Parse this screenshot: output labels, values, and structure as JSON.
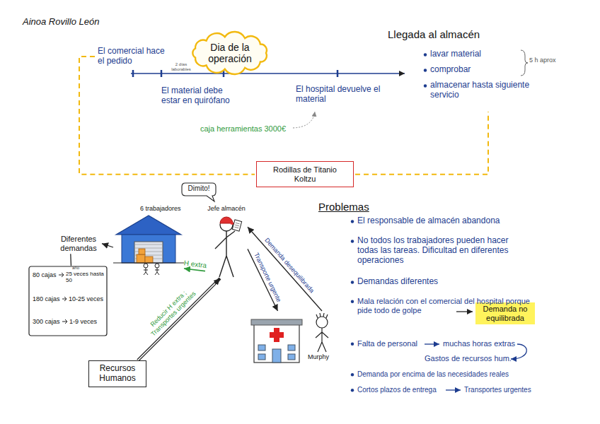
{
  "diagram": {
    "nodes": [
      {
        "text": [
          "Dia de la operación"
        ]
      },
      {
        "text": [
          "Rodillas de Titanio Koltzu"
        ]
      },
      {
        "text": [
          "6 trabajadores"
        ]
      },
      {
        "text": [
          "Dimito!"
        ]
      },
      {
        "text": [
          "Jefe almacén"
        ]
      },
      {
        "text": [
          "Diferentes demandas"
        ]
      },
      {
        "text": [
          "80 cajas",
          "año",
          "25 veces hasta 50",
          "180 cajas",
          "10-25 veces",
          "300 cajas",
          "1-9 veces"
        ]
      },
      {
        "text": [
          "Murphy"
        ]
      },
      {
        "text": [
          "Recursos Humanos"
        ]
      },
      {
        "text": [
          "Demanda no equilibrada"
        ]
      }
    ],
    "edges": [
      {
        "from": 2,
        "to": 5,
        "arrow": "to"
      },
      {
        "from": 5,
        "to": 6,
        "arrow": "none"
      },
      {
        "from": 4,
        "to": 2,
        "label": "H extra",
        "arrow": "to"
      },
      {
        "from": 7,
        "to": 4,
        "label": "Demanda desequilibrada",
        "arrow": "to"
      },
      {
        "from": 4,
        "to": 7,
        "label": "Transporte urgente",
        "arrow": "to"
      },
      {
        "from": 8,
        "to": 4,
        "label": "Reducir H extra ; Transportes urgentes",
        "arrow": "to"
      }
    ],
    "labels": [
      "Ainoa Rovillo León",
      "El comercial hace el pedido",
      "2 días laborables",
      "El material debe estar en quirófano",
      "El hospital devuelve el material",
      "caja herramientas 3000€",
      "Llegada al almacén",
      "lavar material",
      "comprobar",
      "almacenar hasta siguiente servicio",
      "5 h aprox",
      "Problemas",
      "El responsable de almacén abandona",
      "No todos los trabajadores pueden hacer todas las tareas. Dificultad en diferentes operaciones",
      "Demandas diferentes",
      "Mala relación con el comercial del hospital porque pide todo de golpe",
      "Falta de personal",
      "muchas horas extras",
      "Gastos de recursos hum.",
      "Demanda por encima de las necesidades reales",
      "Cortos plazos de entrega",
      "Transportes urgentes"
    ]
  }
}
